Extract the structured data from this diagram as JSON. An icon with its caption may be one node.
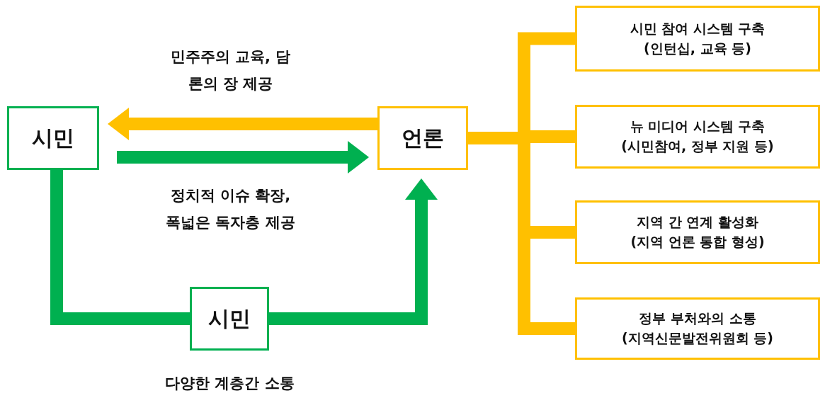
{
  "diagram": {
    "nodes": [
      {
        "text": [
          "시민"
        ]
      },
      {
        "text": [
          "언론"
        ]
      },
      {
        "text": [
          "시민"
        ],
        "beside": [
          "다양한 계층간 소통"
        ]
      },
      {
        "text": [
          "시민 참여 시스템 구축",
          "(인턴십, 교육 등)"
        ]
      },
      {
        "text": [
          "뉴 미디어 시스템 구축",
          "(시민참여, 정부 지원 등)"
        ]
      },
      {
        "text": [
          "지역 간 연계 활성화",
          "(지역 언론 통합 형성)"
        ]
      },
      {
        "text": [
          "정부 부처와의 소통",
          "(지역신문발전위원회 등)"
        ]
      }
    ],
    "edges": [
      {
        "from": 1,
        "to": 0,
        "arrow": "to",
        "label": "민주주의 교육, 담론의 장 제공",
        "color": "#ffc000"
      },
      {
        "from": 0,
        "to": 1,
        "arrow": "to",
        "label": "정치적 이슈 확장, 폭넓은 독자층 제공",
        "color": "#00b050"
      },
      {
        "from": 0,
        "to": 2,
        "arrow": "none",
        "color": "#00b050"
      },
      {
        "from": 2,
        "to": 1,
        "arrow": "to",
        "color": "#00b050"
      },
      {
        "from": 1,
        "to": 3,
        "arrow": "none",
        "color": "#ffc000"
      },
      {
        "from": 1,
        "to": 4,
        "arrow": "none",
        "color": "#ffc000"
      },
      {
        "from": 1,
        "to": 5,
        "arrow": "none",
        "color": "#ffc000"
      },
      {
        "from": 1,
        "to": 6,
        "arrow": "none",
        "color": "#ffc000"
      }
    ]
  }
}
